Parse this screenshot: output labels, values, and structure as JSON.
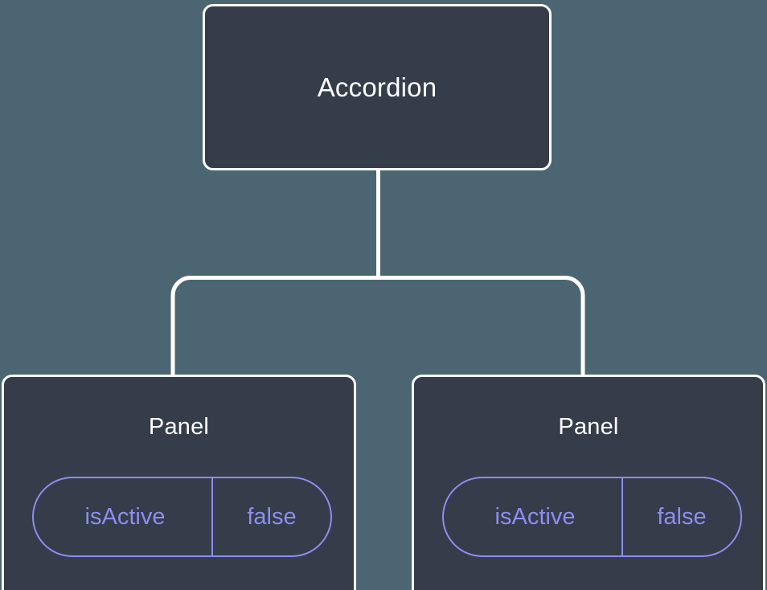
{
  "diagram": {
    "type": "component-tree",
    "background_color": "#4c6572",
    "node_fill_color": "#353c4a",
    "node_border_color": "#ffffff",
    "node_text_color": "#ffffff",
    "prop_accent_color": "#8b8ef0",
    "connector_color": "#ffffff"
  },
  "root": {
    "title": "Accordion"
  },
  "children": [
    {
      "title": "Panel",
      "props": [
        {
          "key": "isActive",
          "value": "false"
        }
      ]
    },
    {
      "title": "Panel",
      "props": [
        {
          "key": "isActive",
          "value": "false"
        }
      ]
    }
  ]
}
